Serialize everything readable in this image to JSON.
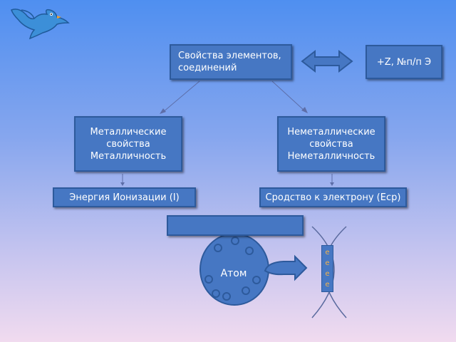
{
  "diagram": {
    "top_box": "Свойства элементов,\nсоединений",
    "right_box": "+Z,   №п/п Э",
    "left_box": "Металлические\nсвойства\nМеталличность",
    "right_mid_box": "Неметаллические\nсвойства\nНеметалличность",
    "ionization_box": "Энергия Ионизации (I)",
    "affinity_box": "Сродство к электрону (Еср)",
    "blank_box": "",
    "atom_label": "Атом",
    "electrons": [
      "e",
      "e",
      "e",
      "e"
    ]
  },
  "colors": {
    "box_fill": "#4677c3",
    "box_border": "#2d5a9c",
    "electron_text": "#f5b24a",
    "bird": "#3c8fd8"
  },
  "icons": [
    "bird-icon",
    "double-arrow-icon"
  ]
}
